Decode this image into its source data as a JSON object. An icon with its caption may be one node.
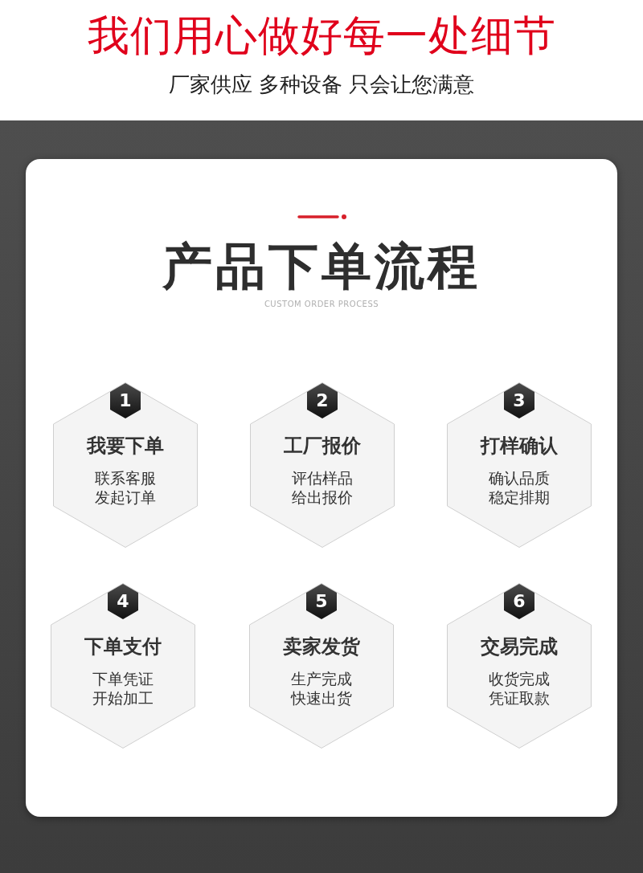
{
  "diagram": {
    "title": "我们用心做好每一处细节",
    "nodes": [
      {
        "text": [
          "产品下单流程",
          "CUSTOM ORDER PROCESS"
        ]
      },
      {
        "text": [
          "1",
          "我要下单",
          "联系客服发起订单"
        ],
        "in": 0
      },
      {
        "text": [
          "2",
          "工厂报价",
          "评估样品给出报价"
        ],
        "in": 0
      },
      {
        "text": [
          "3",
          "打样确认",
          "确认品质稳定排期"
        ],
        "in": 0
      },
      {
        "text": [
          "4",
          "下单支付",
          "下单凭证开始加工"
        ],
        "in": 0
      },
      {
        "text": [
          "5",
          "卖家发货",
          "生产完成快速出货"
        ],
        "in": 0
      },
      {
        "text": [
          "6",
          "交易完成",
          "收货完成凭证取款"
        ],
        "in": 0
      }
    ],
    "labels": [
      "厂家供应 多种设备 只会让您满意"
    ]
  }
}
